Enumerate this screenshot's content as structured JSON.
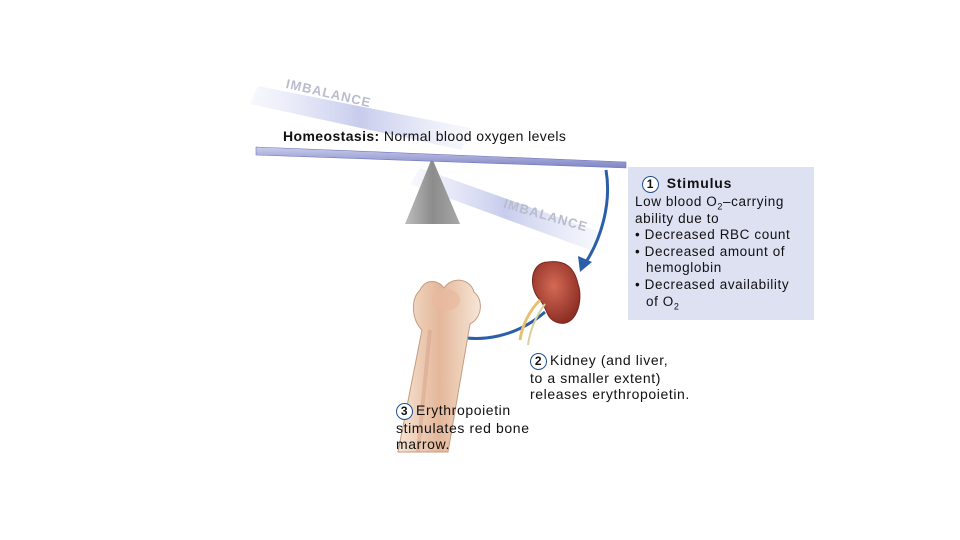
{
  "imbalance_top": "IMBALANCE",
  "imbalance_right": "IMBALANCE",
  "homeostasis": {
    "label": "Homeostasis:",
    "text": "Normal blood oxygen levels"
  },
  "step1": {
    "number": "1",
    "title": "Stimulus",
    "lines": {
      "l1a": "Low blood O",
      "l1sub": "2",
      "l1b": "–carrying",
      "l2": "ability due to",
      "l3": "• Decreased RBC count",
      "l4": "• Decreased amount of",
      "l5": "hemoglobin",
      "l6": "• Decreased availability",
      "l7a": "of O",
      "l7sub": "2"
    }
  },
  "step2": {
    "number": "2",
    "lines": [
      "Kidney (and liver,",
      "to a smaller extent)",
      "releases erythropoietin."
    ]
  },
  "step3": {
    "number": "3",
    "lines": [
      "Erythropoietin",
      "stimulates red bone",
      "marrow."
    ]
  },
  "colors": {
    "beam": "#8f95cf",
    "fulcrum": "#9a9a9a",
    "arrow": "#2a5fa8",
    "stimulus_box": "#dde1f2",
    "kidney": "#b5473a",
    "bone": "#f1d9c4"
  }
}
